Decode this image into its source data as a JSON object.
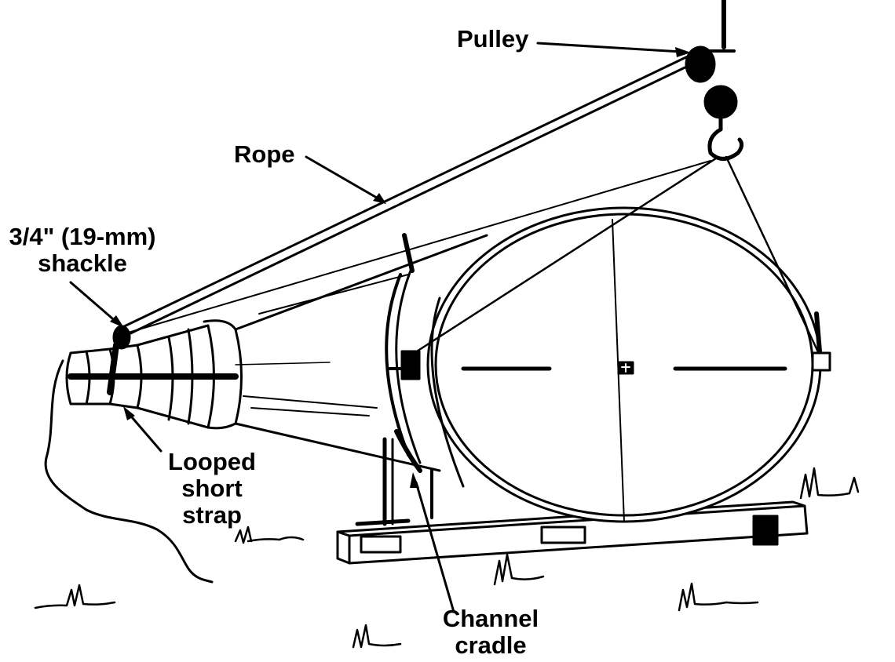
{
  "labels": {
    "pulley": "Pulley",
    "rope": "Rope",
    "shackle_line1": "3/4\" (19-mm)",
    "shackle_line2": "shackle",
    "strap_line1": "Looped",
    "strap_line2": "short",
    "strap_line3": "strap",
    "cradle_line1": "Channel",
    "cradle_line2": "cradle"
  },
  "colors": {
    "ink": "#000000",
    "paper": "#ffffff"
  }
}
